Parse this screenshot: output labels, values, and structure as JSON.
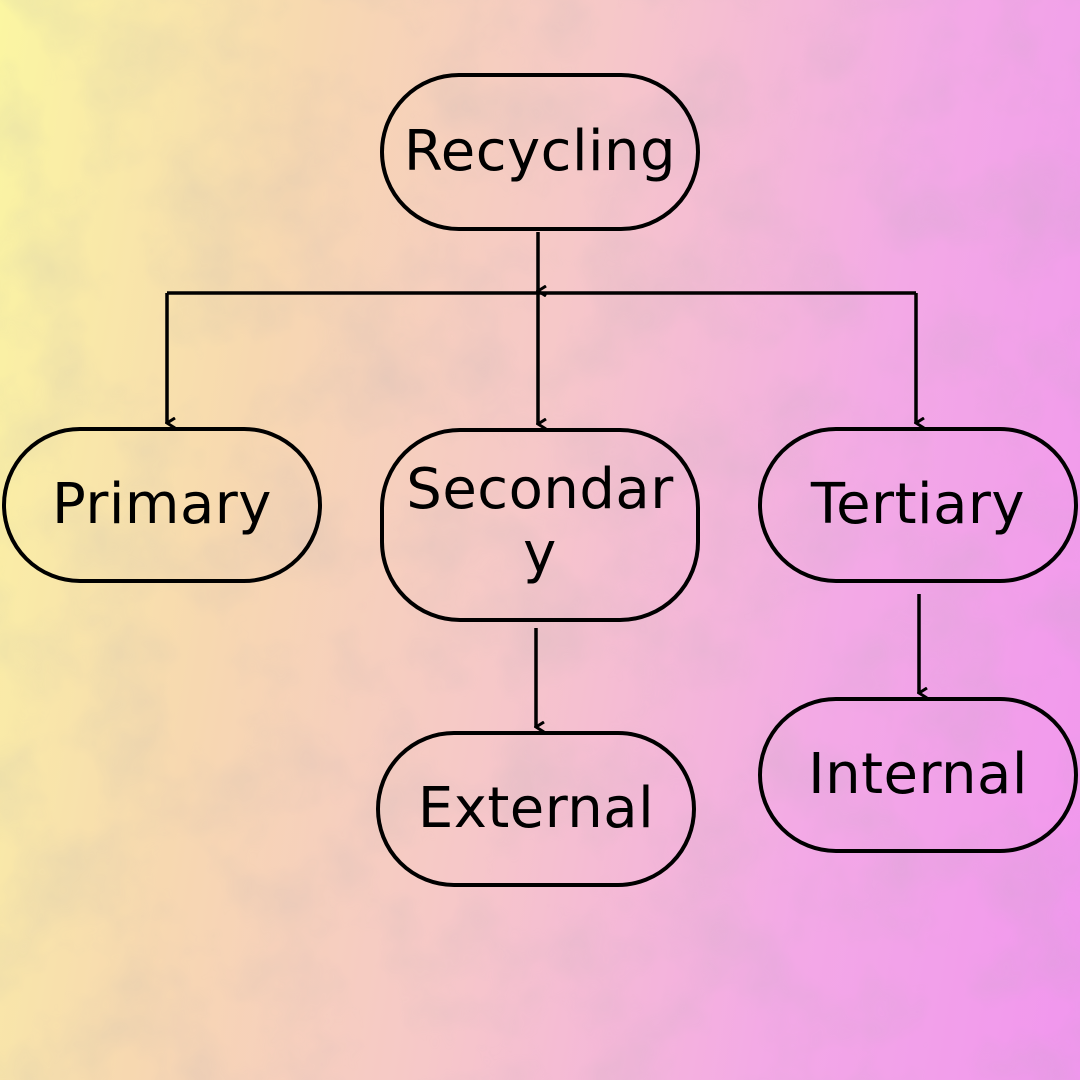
{
  "diagram": {
    "background_gradient": [
      "#fbf6a2",
      "#f6c8c8",
      "#f196ee"
    ],
    "stroke_color": "#000000",
    "nodes": {
      "recycling": {
        "label": "Recycling"
      },
      "primary": {
        "label": "Primary"
      },
      "secondary": {
        "label": "Secondary"
      },
      "tertiary": {
        "label": "Tertiary"
      },
      "external": {
        "label": "External"
      },
      "internal": {
        "label": "Internal"
      }
    },
    "edges": [
      {
        "from": "Recycling",
        "to": "Primary"
      },
      {
        "from": "Recycling",
        "to": "Secondary"
      },
      {
        "from": "Recycling",
        "to": "Tertiary"
      },
      {
        "from": "Secondary",
        "to": "External"
      },
      {
        "from": "Tertiary",
        "to": "Internal"
      }
    ]
  }
}
